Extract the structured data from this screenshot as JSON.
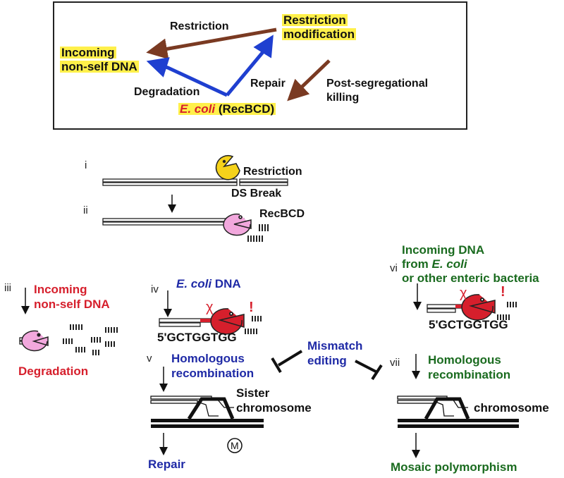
{
  "top_box": {
    "restriction": "Restriction",
    "restriction_modification_line1": "Restriction",
    "restriction_modification_line2": "modification",
    "incoming_line1": "Incoming",
    "incoming_line2": "non-self DNA",
    "degradation": "Degradation",
    "repair": "Repair",
    "post_seg_line1": "Post-segregational",
    "post_seg_line2": "killing",
    "ecoli": "E. coli",
    "recbcd": "(RecBCD)"
  },
  "steps": {
    "i": "i",
    "ii": "ii",
    "iii": "iii",
    "iv": "iv",
    "v": "v",
    "vi": "vi",
    "vii": "vii"
  },
  "labels": {
    "restriction": "Restriction",
    "ds_break": "DS Break",
    "recbcd": "RecBCD",
    "incoming_line1": "Incoming",
    "incoming_line2": "non-self DNA",
    "degradation": "Degradation",
    "ecoli_italic": "E. coli",
    "dna": " DNA",
    "seq_left": "5'GCTGGTGG",
    "seq_right": "5'GCTGGTGG",
    "chi": "χ",
    "bang": "!",
    "homologous_left": "Homologous",
    "recombination_left": "recombination",
    "sister": "Sister",
    "chromosome_left": "chromosome",
    "m": "M",
    "repair": "Repair",
    "mismatch": "Mismatch",
    "editing": "editing",
    "vi_line1": "Incoming DNA",
    "vi_line2_pre": "from ",
    "vi_line2_italic": "E. coli",
    "vi_line3": "or other enteric bacteria",
    "homologous_right": "Homologous",
    "recombination_right": "recombination",
    "chromosome_right": "chromosome",
    "mosaic": "Mosaic polymorphism"
  },
  "colors": {
    "red": "#d61f2c",
    "blue": "#1f2aa6",
    "green": "#1a6b1f",
    "highlight": "#fff04a",
    "brown_arrow": "#7a3a22",
    "blue_arrow": "#1f3fd0",
    "pink": "#f2a8dd",
    "yellow_face": "#f5d21a"
  },
  "icons": {
    "restriction_enzyme": "yellow-pacman-icon",
    "recbcd_enzyme": "pink-pacman-icon",
    "activated_recbcd": "red-pacman-icon"
  }
}
